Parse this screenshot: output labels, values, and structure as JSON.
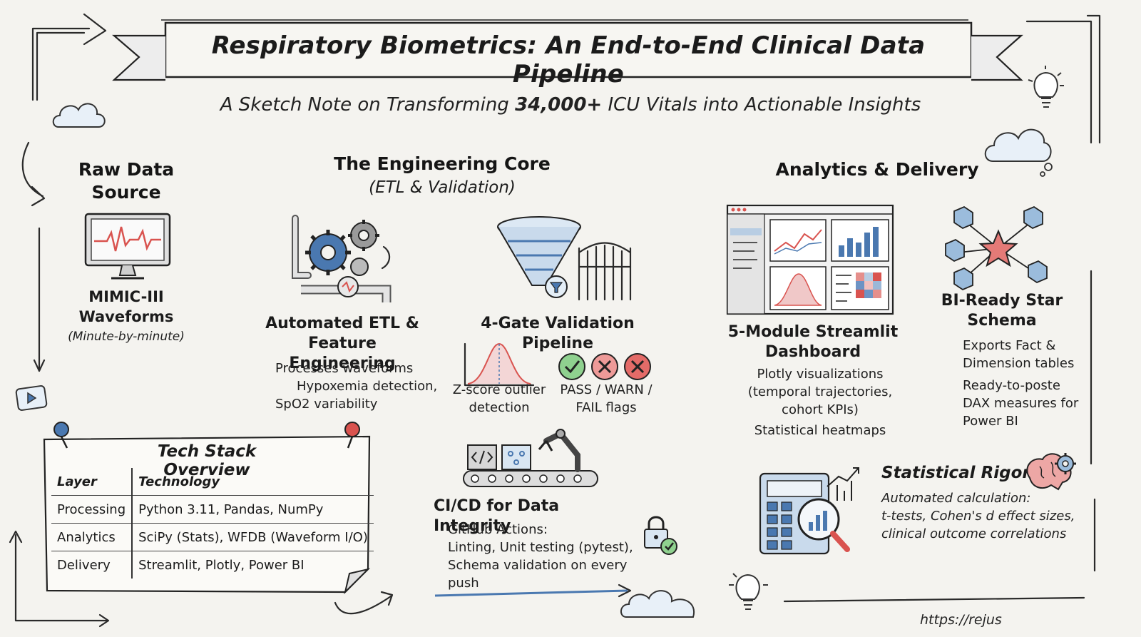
{
  "banner": {
    "title": "Respiratory Biometrics: An End-to-End Clinical Data Pipeline",
    "subtitle_pre": "A Sketch Note on Transforming ",
    "subtitle_bold": "34,000+",
    "subtitle_post": " ICU Vitals into Actionable Insights"
  },
  "raw": {
    "heading_line1": "Raw Data",
    "heading_line2": "Source",
    "label_line1": "MIMIC-III",
    "label_line2": "Waveforms",
    "note": "(Minute-by-minute)"
  },
  "core": {
    "heading": "The Engineering Core",
    "subheading": "(ETL & Validation)",
    "etl": {
      "title_line1": "Automated ETL &",
      "title_line2": "Feature Engineering",
      "lines": [
        "Processes waveforms",
        "Hypoxemia detection,",
        "SpO2 variability"
      ]
    },
    "validation": {
      "title": "4-Gate Validation Pipeline",
      "zscore_line1": "Z-score outlier",
      "zscore_line2": "detection",
      "flags_line1": "PASS / WARN /",
      "flags_line2": "FAIL flags"
    },
    "cicd": {
      "title": "CI/CD for Data Integrity",
      "lines": [
        "GitHub Actions:",
        "Linting, Unit testing (pytest),",
        "Schema validation on every push"
      ]
    }
  },
  "analytics": {
    "heading": "Analytics & Delivery",
    "dashboard": {
      "title_line1": "5-Module Streamlit",
      "title_line2": "Dashboard",
      "lines": [
        "Plotly visualizations",
        "(temporal trajectories,",
        "cohort KPIs)",
        "Statistical heatmaps"
      ]
    },
    "schema": {
      "title_line1": "BI-Ready Star",
      "title_line2": "Schema",
      "lines": [
        "Exports Fact &",
        "Dimension tables",
        "Ready-to-poste",
        "DAX measures for",
        "Power BI"
      ]
    },
    "rigor": {
      "title": "Statistical Rigor",
      "lines": [
        "Automated calculation:",
        "t-tests, Cohen's d effect sizes,",
        "clinical outcome correlations"
      ]
    }
  },
  "tech_stack": {
    "title": "Tech Stack Overview",
    "headers": [
      "Layer",
      "Technology"
    ],
    "rows": [
      [
        "Processing",
        "Python 3.11, Pandas, NumPy"
      ],
      [
        "Analytics",
        "SciPy (Stats), WFDB (Waveform I/O)"
      ],
      [
        "Delivery",
        "Streamlit, Plotly, Power BI"
      ]
    ]
  },
  "footer": {
    "url": "https://rejus"
  },
  "colors": {
    "background": "#f4f3ef",
    "accent_blue": "#4a78b0",
    "alert_red": "#d9534f",
    "pass_green": "#5cb85c"
  },
  "icons": [
    "monitor-ecg-icon",
    "gears-pipes-icon",
    "funnel-icon",
    "gate-icon",
    "bell-curve-icon",
    "check-icon",
    "cross-icon",
    "dashboard-icon",
    "star-schema-icon",
    "calculator-icon",
    "magnifier-icon",
    "brain-gear-icon",
    "robot-arm-icon",
    "lock-icon",
    "lightbulb-icon",
    "cloud-icon",
    "pushpin-icon",
    "play-icon"
  ]
}
